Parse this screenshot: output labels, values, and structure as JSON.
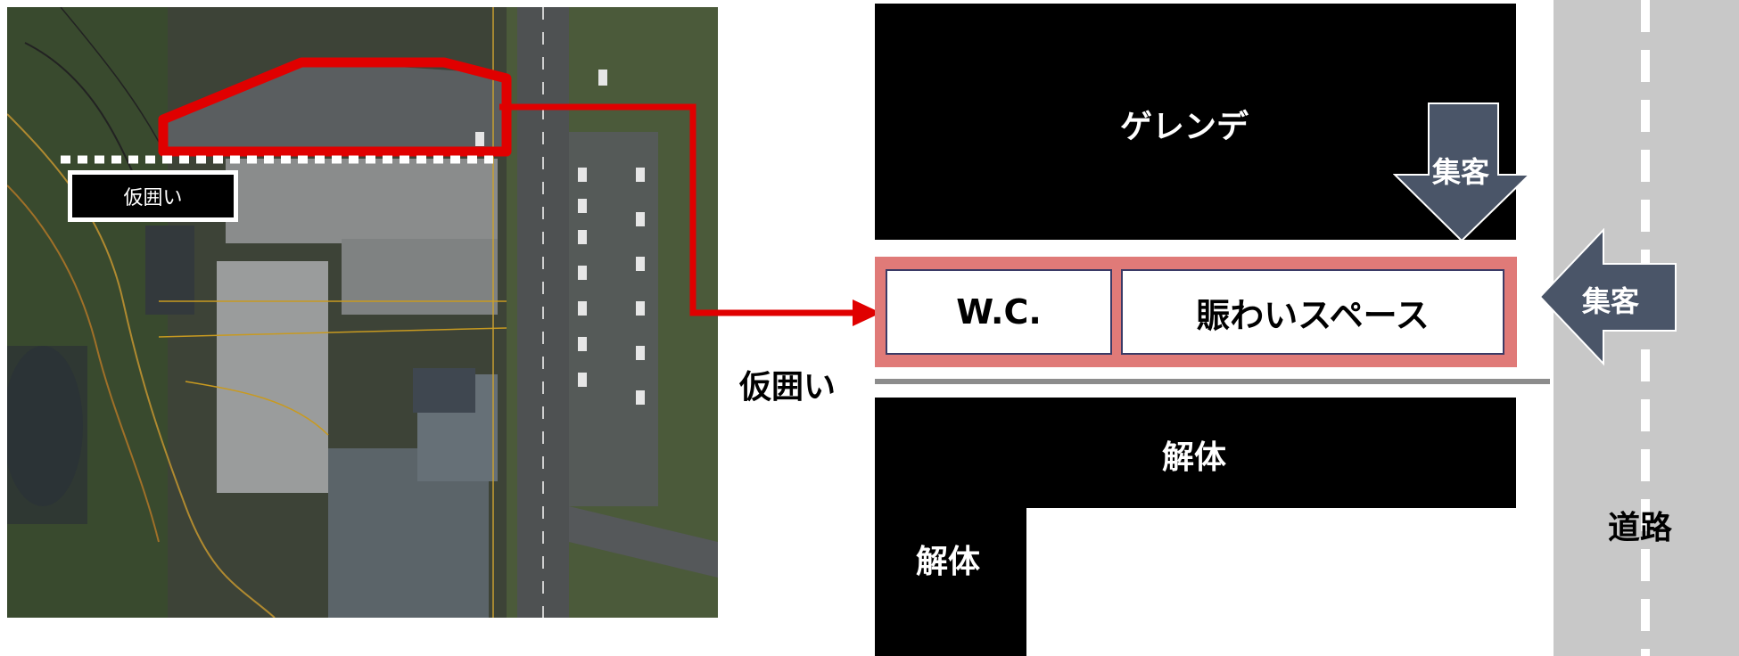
{
  "photo": {
    "temp_fence_label": "仮囲い"
  },
  "diagram": {
    "gelande": "ゲレンデ",
    "wc": "W.C.",
    "nigiwai_space": "賑わいスペース",
    "attract_top": "集客",
    "attract_right": "集客",
    "temp_fence": "仮囲い",
    "demolition_upper": "解体",
    "demolition_lower": "解体",
    "road": "道路"
  },
  "colors": {
    "route_red": "#e00000",
    "space_frame": "#e07a78",
    "arrow_fill": "#4a5568",
    "road_gray": "#c8c8c8",
    "building_black": "#000000"
  },
  "icons": [
    "route-arrow-icon",
    "down-arrow-icon",
    "left-arrow-icon"
  ]
}
